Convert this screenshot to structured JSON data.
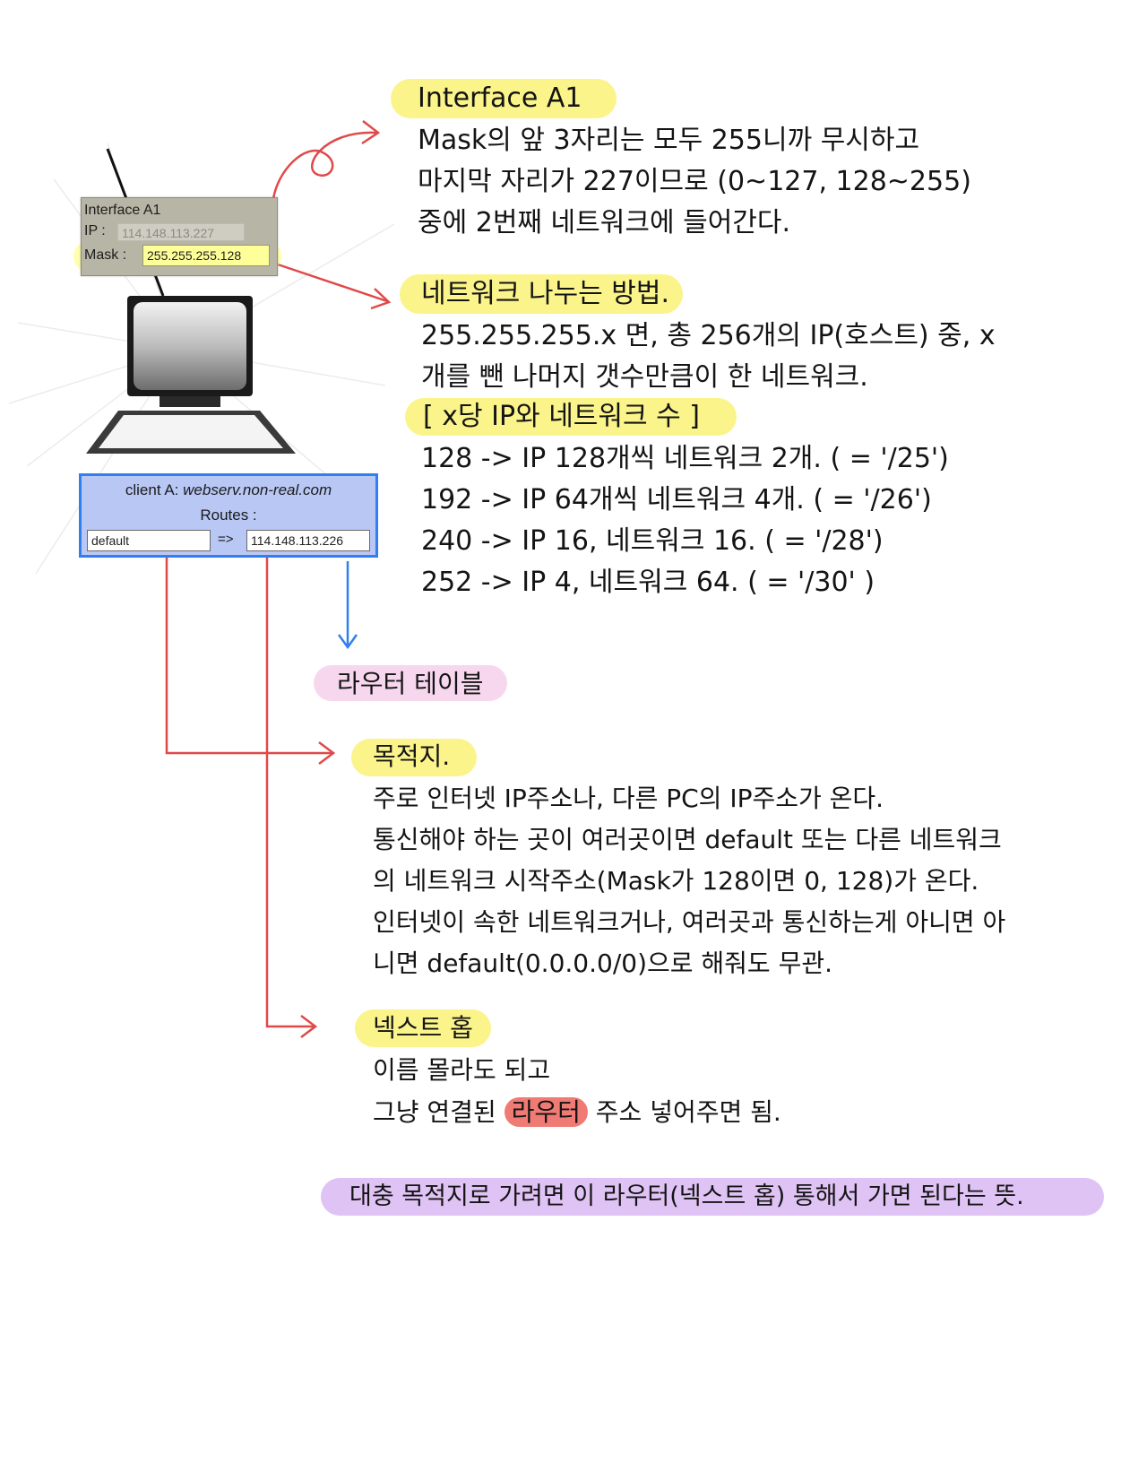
{
  "colors": {
    "yellow_highlight": "#fbf48a",
    "pink_highlight": "#f7d7ee",
    "violet_highlight": "#e0c3f5",
    "red_highlight": "#f07a74",
    "red_arrow": "#e0494a",
    "blue_arrow": "#2f7ff0",
    "client_box_border": "#2f7ff0",
    "client_box_fill": "#b9c7f5",
    "interface_panel_fill": "#b7b5a6",
    "mask_field_fill": "#ffff99"
  },
  "icons": [
    "computer-monitor-icon",
    "keyboard-icon",
    "network-cable-icon"
  ],
  "interface_panel": {
    "title": "Interface A1",
    "ip_label": "IP :",
    "ip_value": "114.148.113.227",
    "mask_label": "Mask :",
    "mask_value": "255.255.255.128"
  },
  "client_box": {
    "title_prefix": "client A: ",
    "title_host": "webserv.non-real.com",
    "routes_label": "Routes :",
    "destination_value": "default",
    "arrow": "=>",
    "next_hop_value": "114.148.113.226"
  },
  "notes": {
    "interface": {
      "heading": "Interface A1",
      "lines": [
        "Mask의 앞 3자리는 모두 255니까 무시하고",
        "마지막 자리가 227이므로 (0~127, 128~255)",
        "중에 2번째 네트워크에 들어간다."
      ]
    },
    "network_split": {
      "heading": "네트워크 나누는 방법.",
      "lines": [
        "255.255.255.x 면, 총 256개의 IP(호스트) 중, x",
        "개를 뺀 나머지 갯수만큼이 한 네트워크."
      ],
      "subheading": "[ x당 IP와 네트워크 수 ]",
      "rows": [
        "128 -> IP 128개씩 네트워크 2개. ( = '/25')",
        "192 -> IP 64개씩 네트워크 4개. ( = '/26')",
        "240 -> IP 16, 네트워크 16. ( = '/28')",
        "252 -> IP 4, 네트워크 64. ( = '/30' )"
      ]
    },
    "router_table": {
      "label": "라우터 테이블"
    },
    "destination": {
      "heading": "목적지.",
      "lines": [
        "주로 인터넷 IP주소나, 다른 PC의 IP주소가 온다.",
        "통신해야 하는 곳이 여러곳이면 default 또는 다른 네트워크",
        "의 네트워크 시작주소(Mask가 128이면 0, 128)가 온다.",
        "인터넷이 속한 네트워크거나, 여러곳과 통신하는게 아니면 아",
        "니면 default(0.0.0.0/0)으로 해줘도 무관."
      ]
    },
    "next_hop": {
      "heading": "넥스트 홉",
      "line1": "이름 몰라도 되고",
      "line2_before": "그냥 연결된 ",
      "line2_highlight": "라우터",
      "line2_after": " 주소 넣어주면 됨."
    },
    "summary": "대충 목적지로 가려면 이 라우터(넥스트 홉) 통해서 가면 된다는 뜻."
  }
}
